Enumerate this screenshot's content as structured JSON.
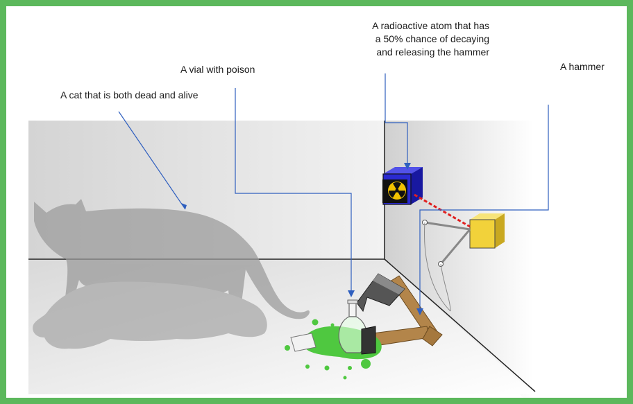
{
  "labels": {
    "cat": "A cat that is both dead and alive",
    "vial": "A vial with poison",
    "atom_line1": "A radioactive atom that has",
    "atom_line2": "a  50% chance of decaying",
    "atom_line3": "and releasing the hammer",
    "hammer": "A hammer"
  },
  "colors": {
    "frame": "#5cb85c",
    "pointer": "#2f5fbf",
    "radiation_box": "#2a2ad0",
    "trefoil": "#f2c200",
    "detector_box": "#f2d23a",
    "poison": "#4fc840",
    "hammer_handle": "#b3854a",
    "laser": "#e02020"
  },
  "icons": [
    "cat-icon",
    "radiation-symbol-icon",
    "vial-icon",
    "hammer-icon",
    "detector-box-icon"
  ]
}
